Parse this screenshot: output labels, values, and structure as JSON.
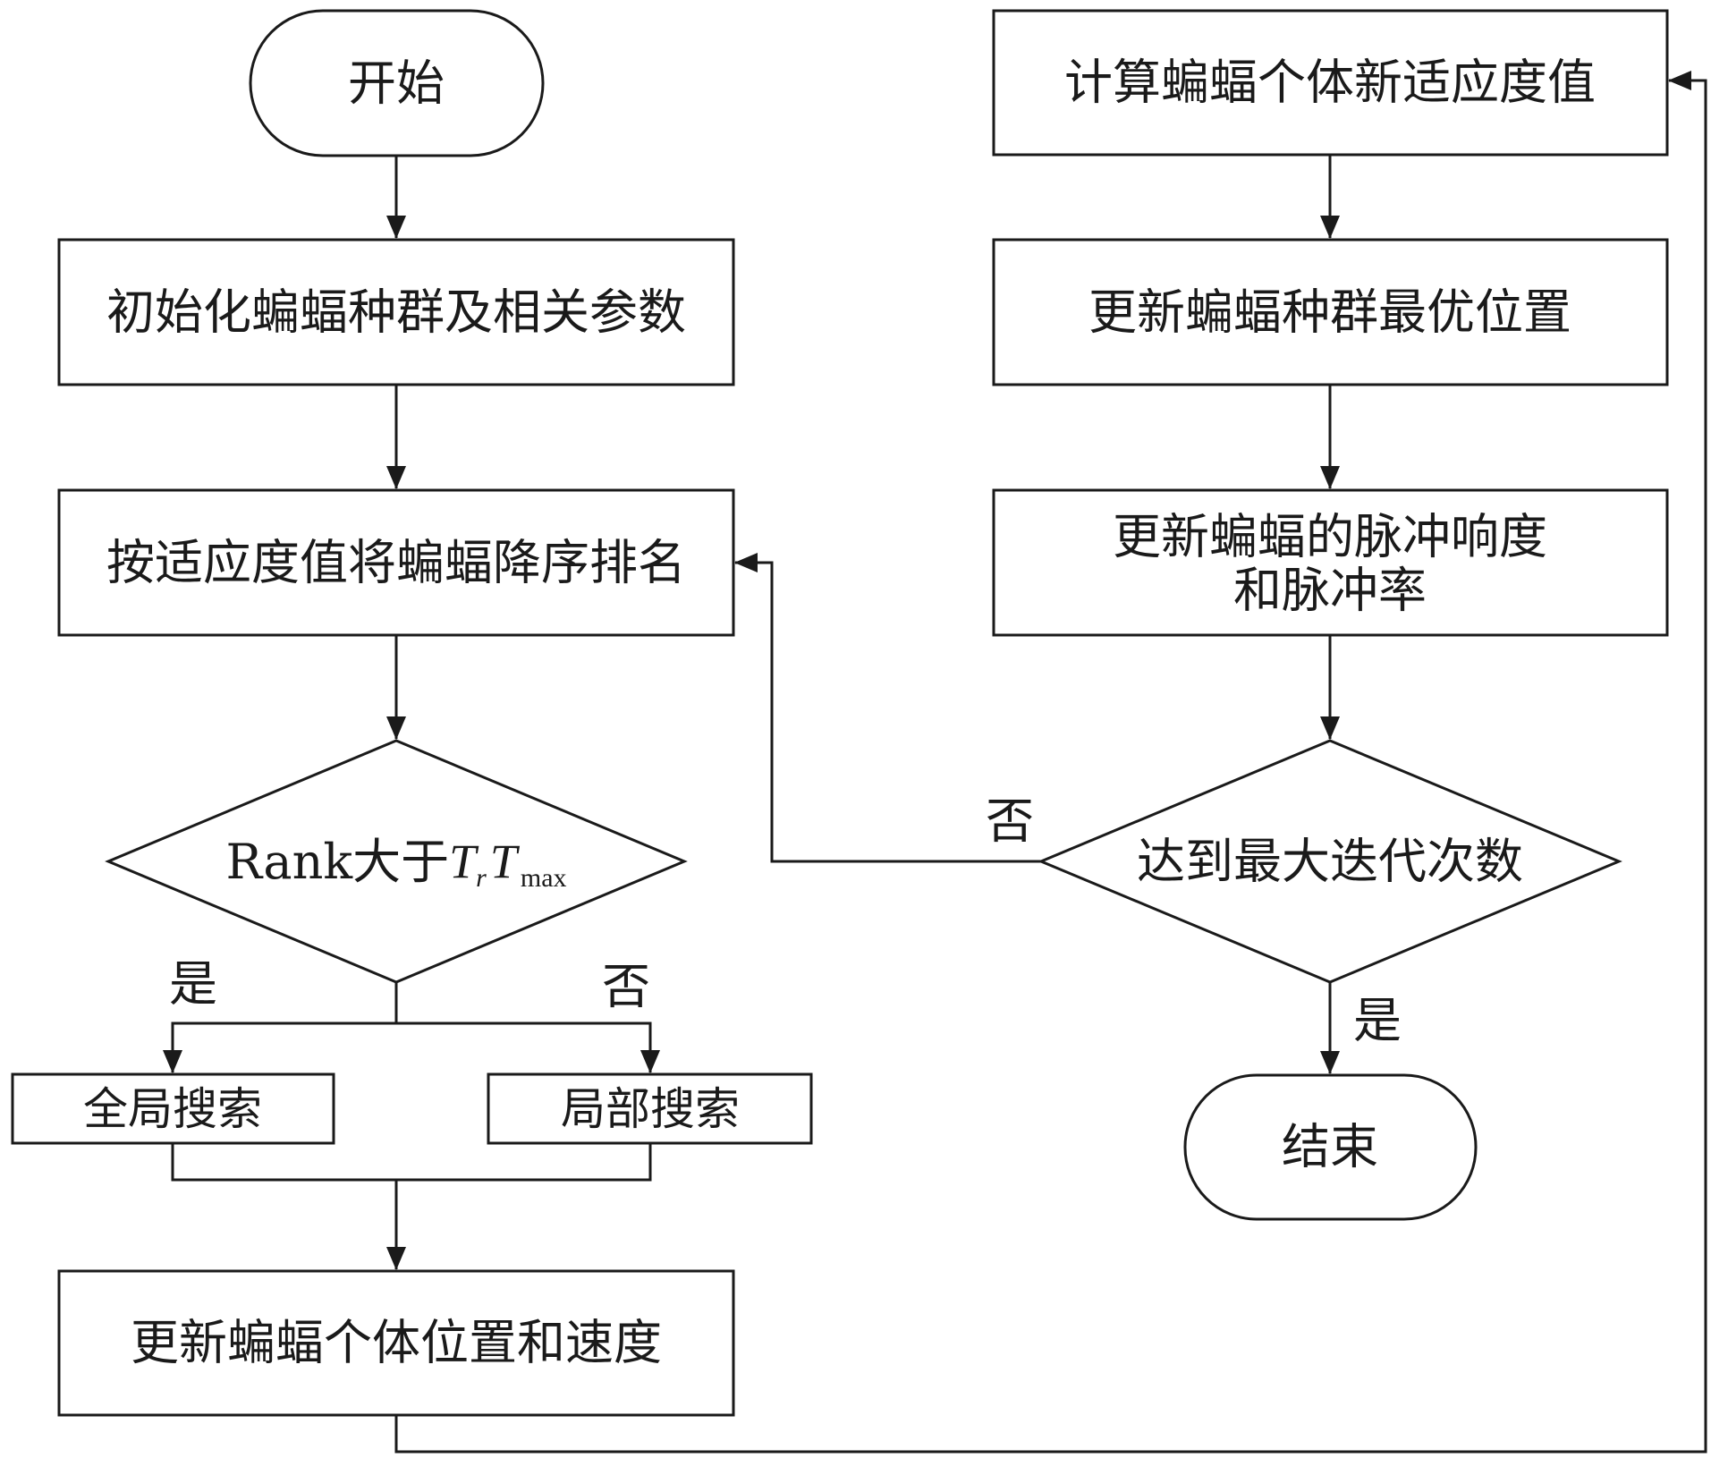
{
  "nodes": {
    "start": "开始",
    "init": "初始化蝙蝠种群及相关参数",
    "sort": "按适应度值将蝙蝠降序排名",
    "rank_check": {
      "prefix": "Rank大于",
      "t1": "T",
      "sub1": "r",
      "t2": "T",
      "sub2": "max"
    },
    "global_search": "全局搜索",
    "local_search": "局部搜索",
    "update_pos_vel": "更新蝙蝠个体位置和速度",
    "calc_fitness": "计算蝙蝠个体新适应度值",
    "update_best": "更新蝙蝠种群最优位置",
    "update_pulse_line1": "更新蝙蝠的脉冲响度",
    "update_pulse_line2": "和脉冲率",
    "max_iter_check": "达到最大迭代次数",
    "end": "结束"
  },
  "edge_labels": {
    "rank_yes": "是",
    "rank_no": "否",
    "iter_no": "否",
    "iter_yes": "是"
  }
}
